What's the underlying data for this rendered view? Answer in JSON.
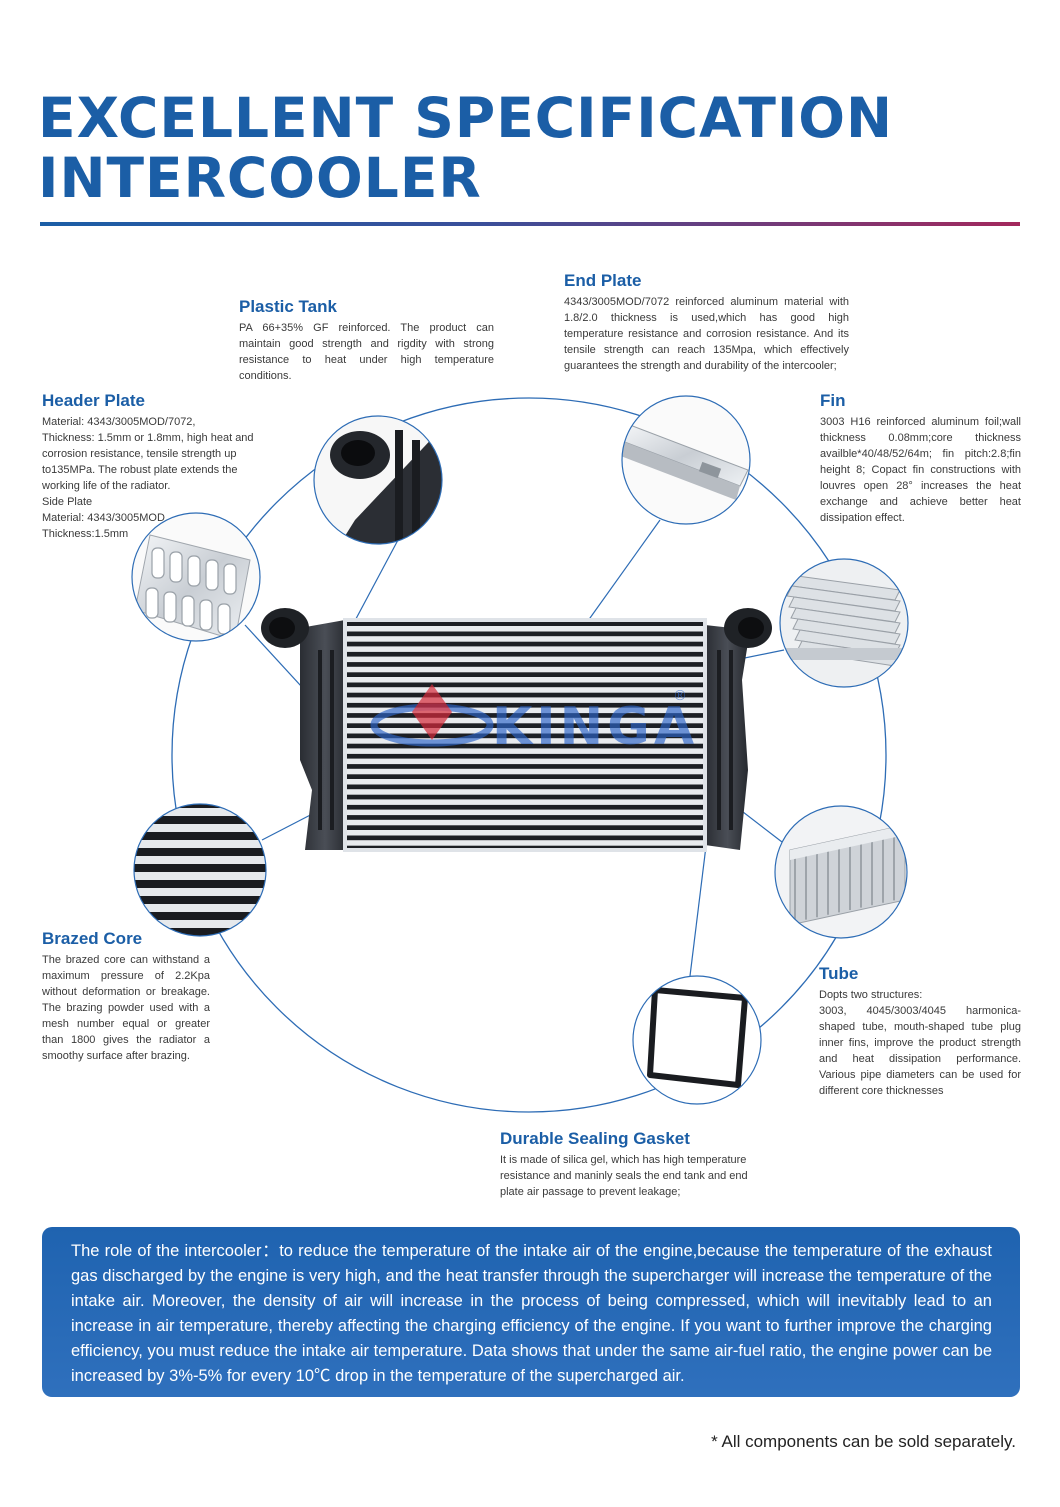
{
  "title": {
    "line1": "EXCELLENT SPECIFICATION",
    "line2": "INTERCOOLER"
  },
  "colors": {
    "brand_blue": "#1b5ea6",
    "accent_red": "#a3285c",
    "box_blue": "#2468b3"
  },
  "components": {
    "plastic_tank": {
      "heading": "Plastic Tank",
      "text": "PA 66+35% GF reinforced. The product can maintain good strength and rigdity with strong resistance to heat under high temperature conditions."
    },
    "end_plate": {
      "heading": "End Plate",
      "text": "4343/3005MOD/7072 reinforced aluminum material with 1.8/2.0 thickness is used,which has good high temperature resistance and corrosion resistance. And its tensile strength can reach 135Mpa, which effectively guarantees the strength and durability of the intercooler;"
    },
    "header_plate": {
      "heading": "Header Plate",
      "text": "Material: 4343/3005MOD/7072,\nThickness: 1.5mm or 1.8mm, high heat and corrosion resistance, tensile strength up to135MPa. The robust plate extends the working life of the radiator.\nSide Plate\nMaterial: 4343/3005MOD\nThickness:1.5mm"
    },
    "fin": {
      "heading": "Fin",
      "text": "3003 H16 reinforced aluminum foil;wall thickness 0.08mm;core thickness availble*40/48/52/64m; fin pitch:2.8;fin height 8; Copact fin constructions with louvres open 28° increases the heat exchange and achieve better heat dissipation effect."
    },
    "brazed_core": {
      "heading": "Brazed Core",
      "text": "The brazed core can withstand a maximum pressure of 2.2Kpa without deformation or breakage. The brazing powder used with a mesh number equal or greater than 1800 gives the radiator a smoothy surface after brazing."
    },
    "tube": {
      "heading": "Tube",
      "text": "Dopts two structures:\n3003, 4045/3003/4045 harmonica-shaped tube, mouth-shaped tube plug inner fins, improve the product strength and heat dissipation performance. Various pipe diameters can be used for different core thicknesses"
    },
    "gasket": {
      "heading": "Durable Sealing Gasket",
      "text": "It is made of silica gel, which has high temperature resistance and maninly seals the end tank and end plate air passage to prevent leakage;"
    }
  },
  "logo": {
    "text": "KINGA",
    "mark": "®"
  },
  "info": "The role of the intercooler：to reduce the temperature of the intake air of the engine,because the temperature of the exhaust gas discharged by the engine is very high, and the heat transfer through the supercharger will increase the temperature of the intake air. Moreover, the density of air will increase in the process of being compressed, which will inevitably lead to an increase in air temperature, thereby affecting the charging efficiency of the engine. If you want to further improve the charging efficiency, you must reduce the intake air temperature. Data shows that under the same air-fuel ratio, the engine power can be increased by 3%-5% for every 10℃ drop in the temperature of the supercharged air.",
  "footnote": "* All components can be sold separately."
}
